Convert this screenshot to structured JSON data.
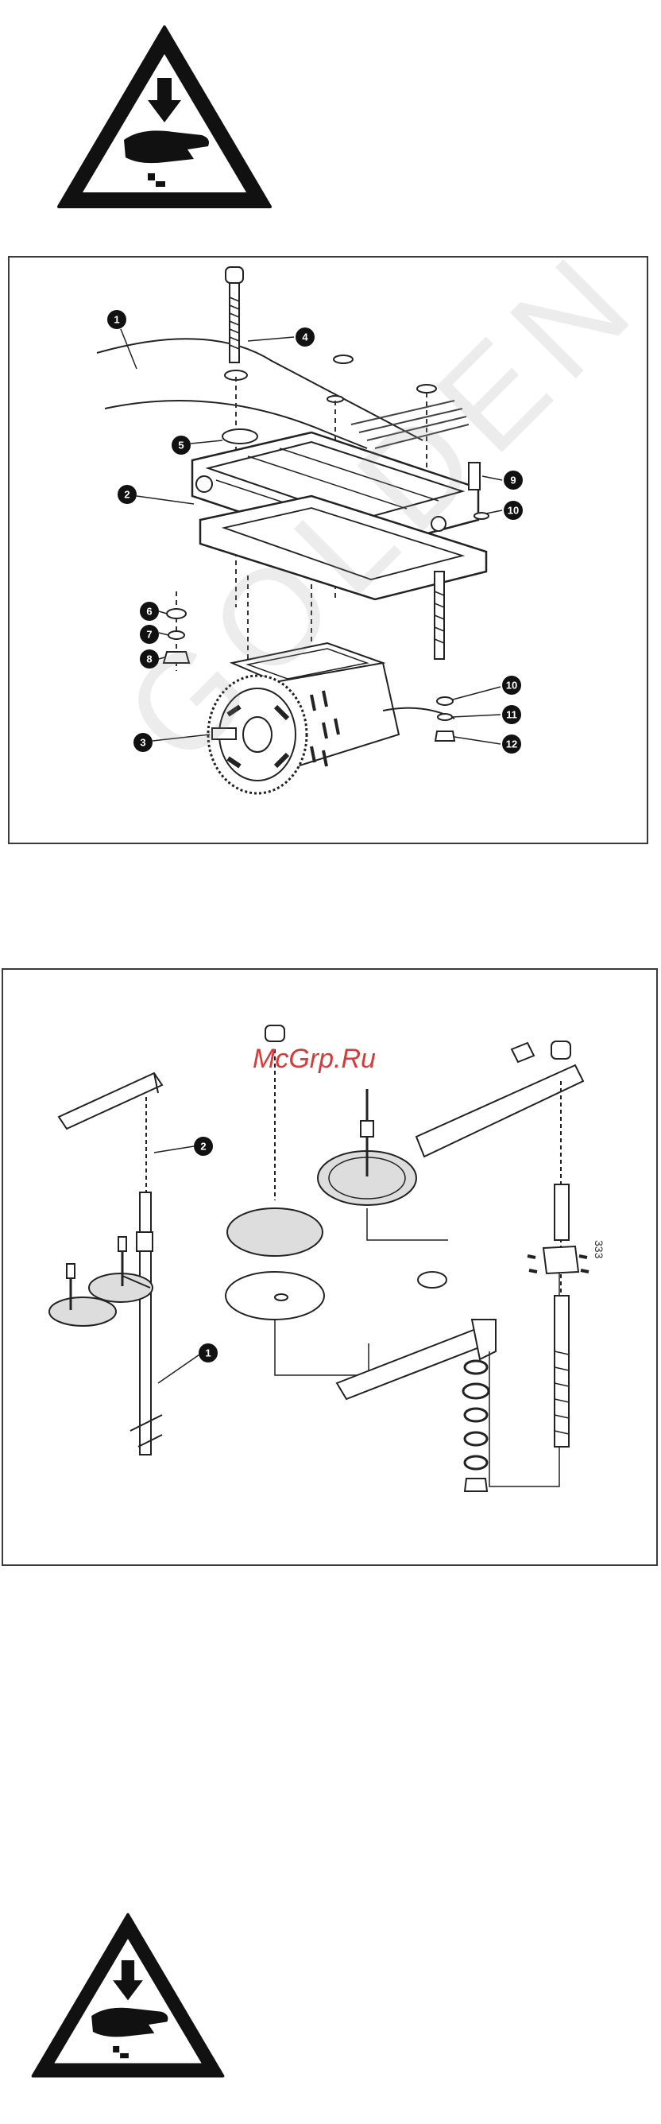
{
  "watermark": {
    "text": "GOLDEN"
  },
  "brand_stamp": {
    "text": "McGrp.Ru"
  },
  "warnings": [
    {
      "icon": "hand-crush-warning-icon"
    },
    {
      "icon": "hand-crush-warning-icon"
    }
  ],
  "motor_figure": {
    "callouts": [
      "1",
      "2",
      "3",
      "4",
      "5",
      "6",
      "7",
      "8",
      "9",
      "10",
      "10",
      "11",
      "12"
    ]
  },
  "thread_stand_figure": {
    "callouts": [
      "2",
      "1"
    ],
    "side_mark": "333"
  }
}
